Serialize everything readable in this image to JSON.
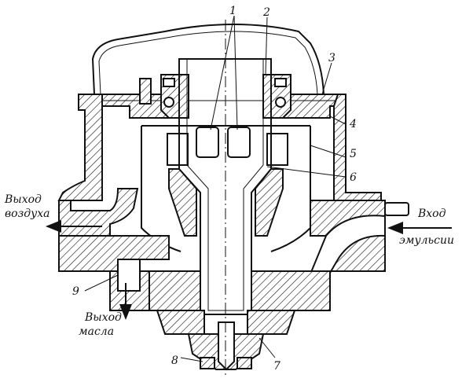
{
  "callouts": {
    "n1": "1",
    "n2": "2",
    "n3": "3",
    "n4": "4",
    "n5": "5",
    "n6": "6",
    "n7": "7",
    "n8": "8",
    "n9": "9"
  },
  "labels": {
    "air_out_line1": "Выход",
    "air_out_line2": "воздуха",
    "emulsion_in_line1": "Вход",
    "emulsion_in_line2": "эмульсии",
    "oil_out_line1": "Выход",
    "oil_out_line2": "масла"
  }
}
